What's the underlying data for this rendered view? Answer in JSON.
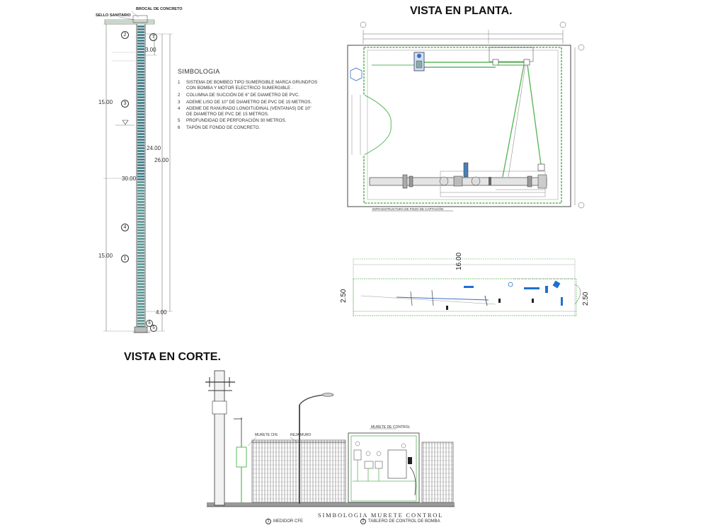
{
  "titles": {
    "plan": "VISTA EN PLANTA.",
    "section": "VISTA EN CORTE."
  },
  "well": {
    "top_label_1": "BROCAL DE CONCRETO",
    "top_label_2": "SELLO SANITARIO",
    "dims_left": [
      "15.00",
      "30.00",
      "15.00"
    ],
    "dims_right": [
      "3.00",
      "24.00",
      "26.00",
      "4.00"
    ],
    "markers": [
      "2",
      "7",
      "3",
      "4",
      "1",
      "6",
      "5"
    ]
  },
  "legend": {
    "title": "SIMBOLOGIA",
    "items": [
      {
        "num": "1",
        "text": "SISTEMA DE BOMBEO TIPO SUMERGIBLE MARCA GRUNDFOS"
      },
      {
        "num": "",
        "text": "CON BOMBA Y MOTOR ELECTRICO SUMERGIBLE ."
      },
      {
        "num": "2",
        "text": "COLUMNA DE SUCCIÓN DE 6\" DE DIAMETRO DE PVC."
      },
      {
        "num": "3",
        "text": "ADEME LISO DE 10\" DE DIAMETRO DE PVC DE 15 METROS."
      },
      {
        "num": "4",
        "text": "ADEME DE RANURADO LONGITUDINAL (VENTANAS) DE 10\""
      },
      {
        "num": "",
        "text": "DE DIAMETRO DE PVC DE 15 METROS."
      },
      {
        "num": "5",
        "text": "PROFUNDIDAD DE PERFORACIÓN 30 METROS."
      },
      {
        "num": "6",
        "text": "TAPÓN DE FONDO DE CONCRETO."
      }
    ]
  },
  "plan": {
    "caption": "INFRAESTRUCTURA DE POZO DE CAPTACIÓN"
  },
  "elevation": {
    "dim_length": "16.00",
    "dim_left": "2.50",
    "dim_right": "2.50"
  },
  "section": {
    "label_murete_cfe": "MURETE CFE",
    "label_fence": "REJA/MURO",
    "label_murete_control": "MURETE DE CONTROL",
    "legend_title": "SIMBOLOGIA MURETE CONTROL",
    "legend_items": [
      {
        "num": "1",
        "text": "MEDIDOR CFE"
      },
      {
        "num": "2",
        "text": "TABLERO DE CONTROL DE BOMBA"
      }
    ]
  }
}
